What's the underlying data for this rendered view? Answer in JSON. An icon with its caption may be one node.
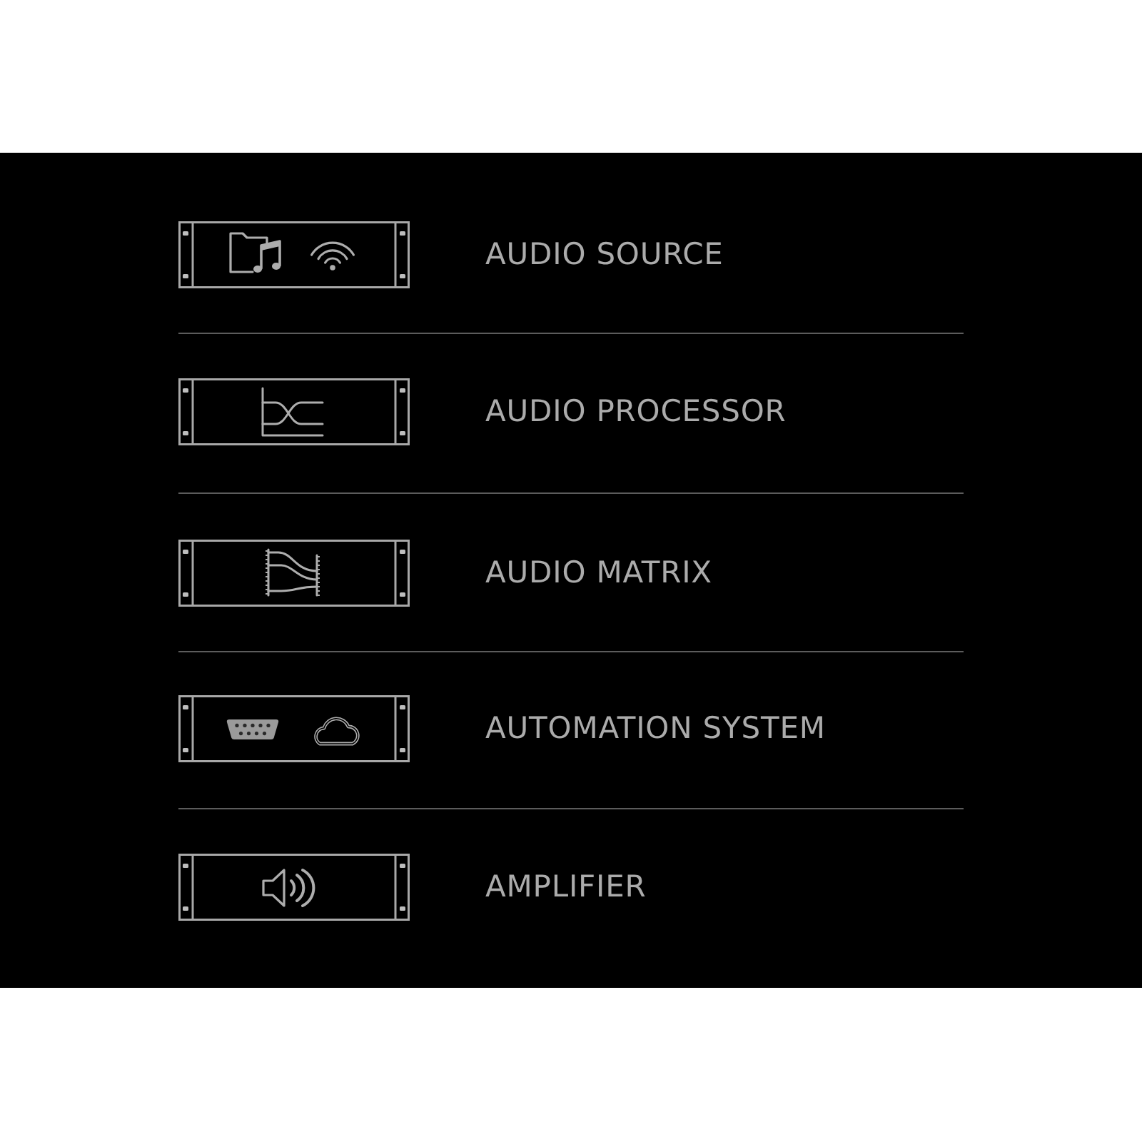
{
  "diagram": {
    "nodes": [
      {
        "text": [],
        "shape": "box",
        "beside": [
          "AUDIO SOURCE"
        ]
      },
      {
        "text": [],
        "shape": "box",
        "beside": [
          "AUDIO PROCESSOR"
        ]
      },
      {
        "text": [],
        "shape": "box",
        "beside": [
          "AUDIO MATRIX"
        ]
      },
      {
        "text": [],
        "shape": "box",
        "beside": [
          "AUTOMATION SYSTEM"
        ]
      },
      {
        "text": [],
        "shape": "box",
        "beside": [
          "AMPLIFIER"
        ]
      }
    ]
  }
}
